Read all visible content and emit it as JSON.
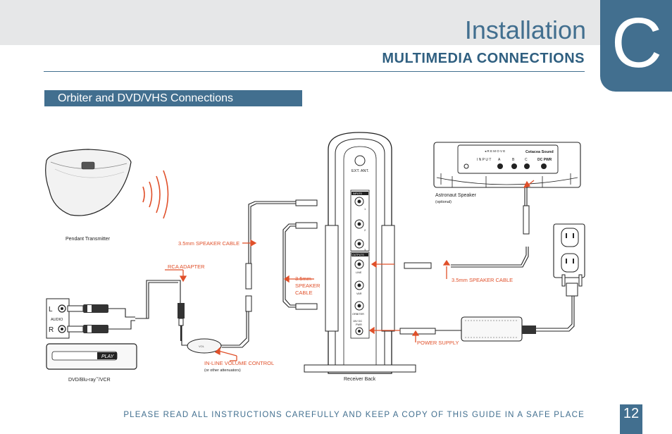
{
  "header": {
    "title": "Installation",
    "chapter_letter": "C",
    "section_title": "MULTIMEDIA CONNECTIONS"
  },
  "subsection": {
    "title": "Orbiter and DVD/VHS Connections"
  },
  "diagram": {
    "labels": {
      "pendant_transmitter": "Pendant Transmitter",
      "speaker_cable_1": "3.5mm SPEAKER CABLE",
      "rca_adapter": "RCA ADAPTER",
      "speaker_cable_2_line1": "3.5mm",
      "speaker_cable_2_line2": "SPEAKER",
      "speaker_cable_2_line3": "CABLE",
      "inline_volume": "IN-LINE VOLUME CONTROL",
      "inline_volume_note": "(or other attenuators)",
      "receiver_back": "Receiver Back",
      "astronaut_speaker": "Astronaut Speaker",
      "astronaut_optional": "(optional)",
      "speaker_cable_3": "3.5mm SPEAKER CABLE",
      "power_supply": "POWER SUPPLY",
      "dvd_label_prefix": "DVD/Blu-ray",
      "dvd_label_tm": "™",
      "dvd_label_suffix": "/VCR",
      "audio_left": "L",
      "audio_right": "R",
      "audio": "AUDIO",
      "play_display": "PLAY"
    },
    "receiver_panel": {
      "ext_ant": "EXT. ANT.",
      "inputs": "INPUTS",
      "input_1": "1",
      "input_2": "2",
      "input_3": "3",
      "outputs": "OUTPUTS",
      "line": "LINE",
      "var": "VAR",
      "orbiter": "ORBITER",
      "dc_pwr_line1": "15V DC",
      "dc_pwr_line2": "PWR"
    },
    "astronaut_panel": {
      "remove": "◂ R E M O V E",
      "brand": "Cetacea Sound",
      "input": "I N P U T",
      "a": "A",
      "b": "B",
      "c": "C",
      "dc_pwr": "DC PWR"
    }
  },
  "footer": {
    "notice": "PLEASE READ ALL INSTRUCTIONS CAREFULLY AND KEEP A COPY OF THIS GUIDE IN A SAFE PLACE",
    "page_number": "12"
  },
  "colors": {
    "accent_blue": "#426f8f",
    "label_red": "#e0502a",
    "band_gray": "#e6e7e8"
  }
}
